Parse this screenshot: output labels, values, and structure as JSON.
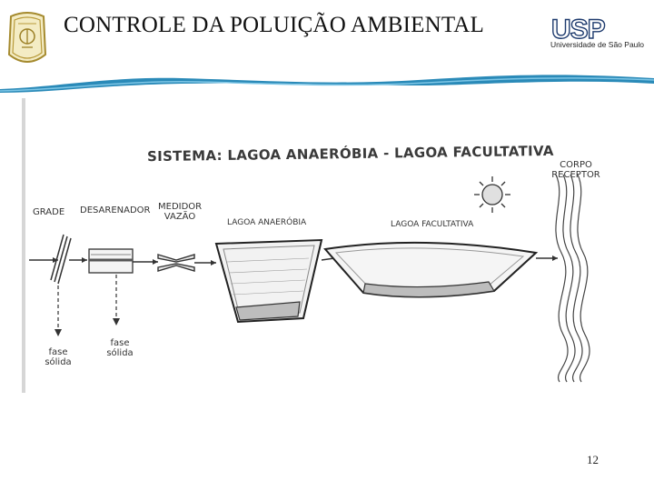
{
  "header": {
    "title": "CONTROLE DA POLUIÇÃO AMBIENTAL",
    "usp_logo_text": "USP",
    "usp_subtitle": "Universidade de São Paulo"
  },
  "diagram": {
    "title": "SISTEMA: LAGOA ANAERÓBIA - LAGOA FACULTATIVA",
    "labels": {
      "grade": "GRADE",
      "desarenador": "DESARENADOR",
      "medidor_l1": "MEDIDOR",
      "medidor_l2": "VAZÃO",
      "lagoa_anaerobia": "LAGOA ANAERÓBIA",
      "lagoa_facultativa": "LAGOA FACULTATIVA",
      "corpo_l1": "CORPO",
      "corpo_l2": "RECEPTOR",
      "fase_solida_1_l1": "fase",
      "fase_solida_1_l2": "sólida",
      "fase_solida_2_l1": "fase",
      "fase_solida_2_l2": "sólida"
    },
    "icons": {
      "sun": "sun-icon"
    }
  },
  "footer": {
    "page_number": "12"
  }
}
